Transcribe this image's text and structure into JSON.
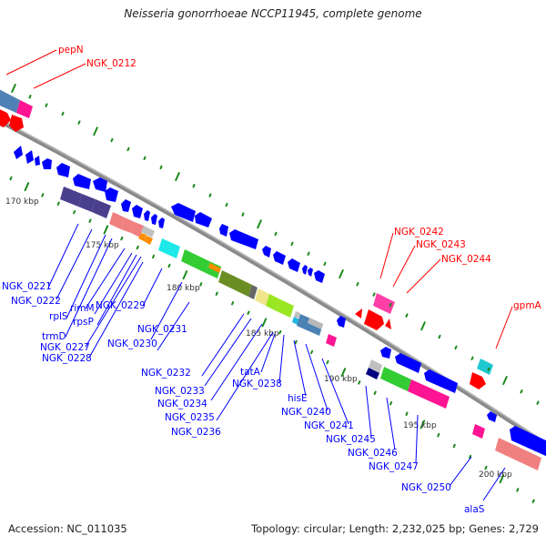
{
  "title": "Neisseria gonorrhoeae NCCP11945, complete genome",
  "footer": {
    "accession": "Accession: NC_011035",
    "summary": "Topology: circular; Length: 2,232,025 bp; Genes: 2,729"
  },
  "colors": {
    "backbone": "#888888",
    "forward_label": "#ff0000",
    "reverse_label": "#0000ff",
    "tick": "#1a8a1a",
    "cds": "#0000ff"
  },
  "scale_ticks": [
    {
      "label": "170 kbp",
      "kbp": 170
    },
    {
      "label": "175 kbp",
      "kbp": 175
    },
    {
      "label": "180 kbp",
      "kbp": 180
    },
    {
      "label": "185 kbp",
      "kbp": 185
    },
    {
      "label": "190 kbp",
      "kbp": 190
    },
    {
      "label": "195 kbp",
      "kbp": 195
    },
    {
      "label": "200 kbp",
      "kbp": 200
    }
  ],
  "forward_labels": [
    {
      "text": "pepN"
    },
    {
      "text": "NGK_0212"
    },
    {
      "text": "NGK_0242"
    },
    {
      "text": "NGK_0243"
    },
    {
      "text": "NGK_0244"
    },
    {
      "text": "gpmA"
    }
  ],
  "reverse_labels": [
    {
      "text": "NGK_0221"
    },
    {
      "text": "NGK_0222"
    },
    {
      "text": "rplS"
    },
    {
      "text": "rimM"
    },
    {
      "text": "NGK_0229"
    },
    {
      "text": "rpsP"
    },
    {
      "text": "trmD"
    },
    {
      "text": "NGK_0227"
    },
    {
      "text": "NGK_0228"
    },
    {
      "text": "NGK_0231"
    },
    {
      "text": "NGK_0230"
    },
    {
      "text": "NGK_0232"
    },
    {
      "text": "NGK_0233"
    },
    {
      "text": "NGK_0234"
    },
    {
      "text": "NGK_0235"
    },
    {
      "text": "NGK_0236"
    },
    {
      "text": "tatA"
    },
    {
      "text": "NGK_0238"
    },
    {
      "text": "hisE"
    },
    {
      "text": "NGK_0240"
    },
    {
      "text": "NGK_0241"
    },
    {
      "text": "NGK_0245"
    },
    {
      "text": "NGK_0246"
    },
    {
      "text": "NGK_0247"
    },
    {
      "text": "NGK_0250"
    },
    {
      "text": "alaS"
    }
  ]
}
